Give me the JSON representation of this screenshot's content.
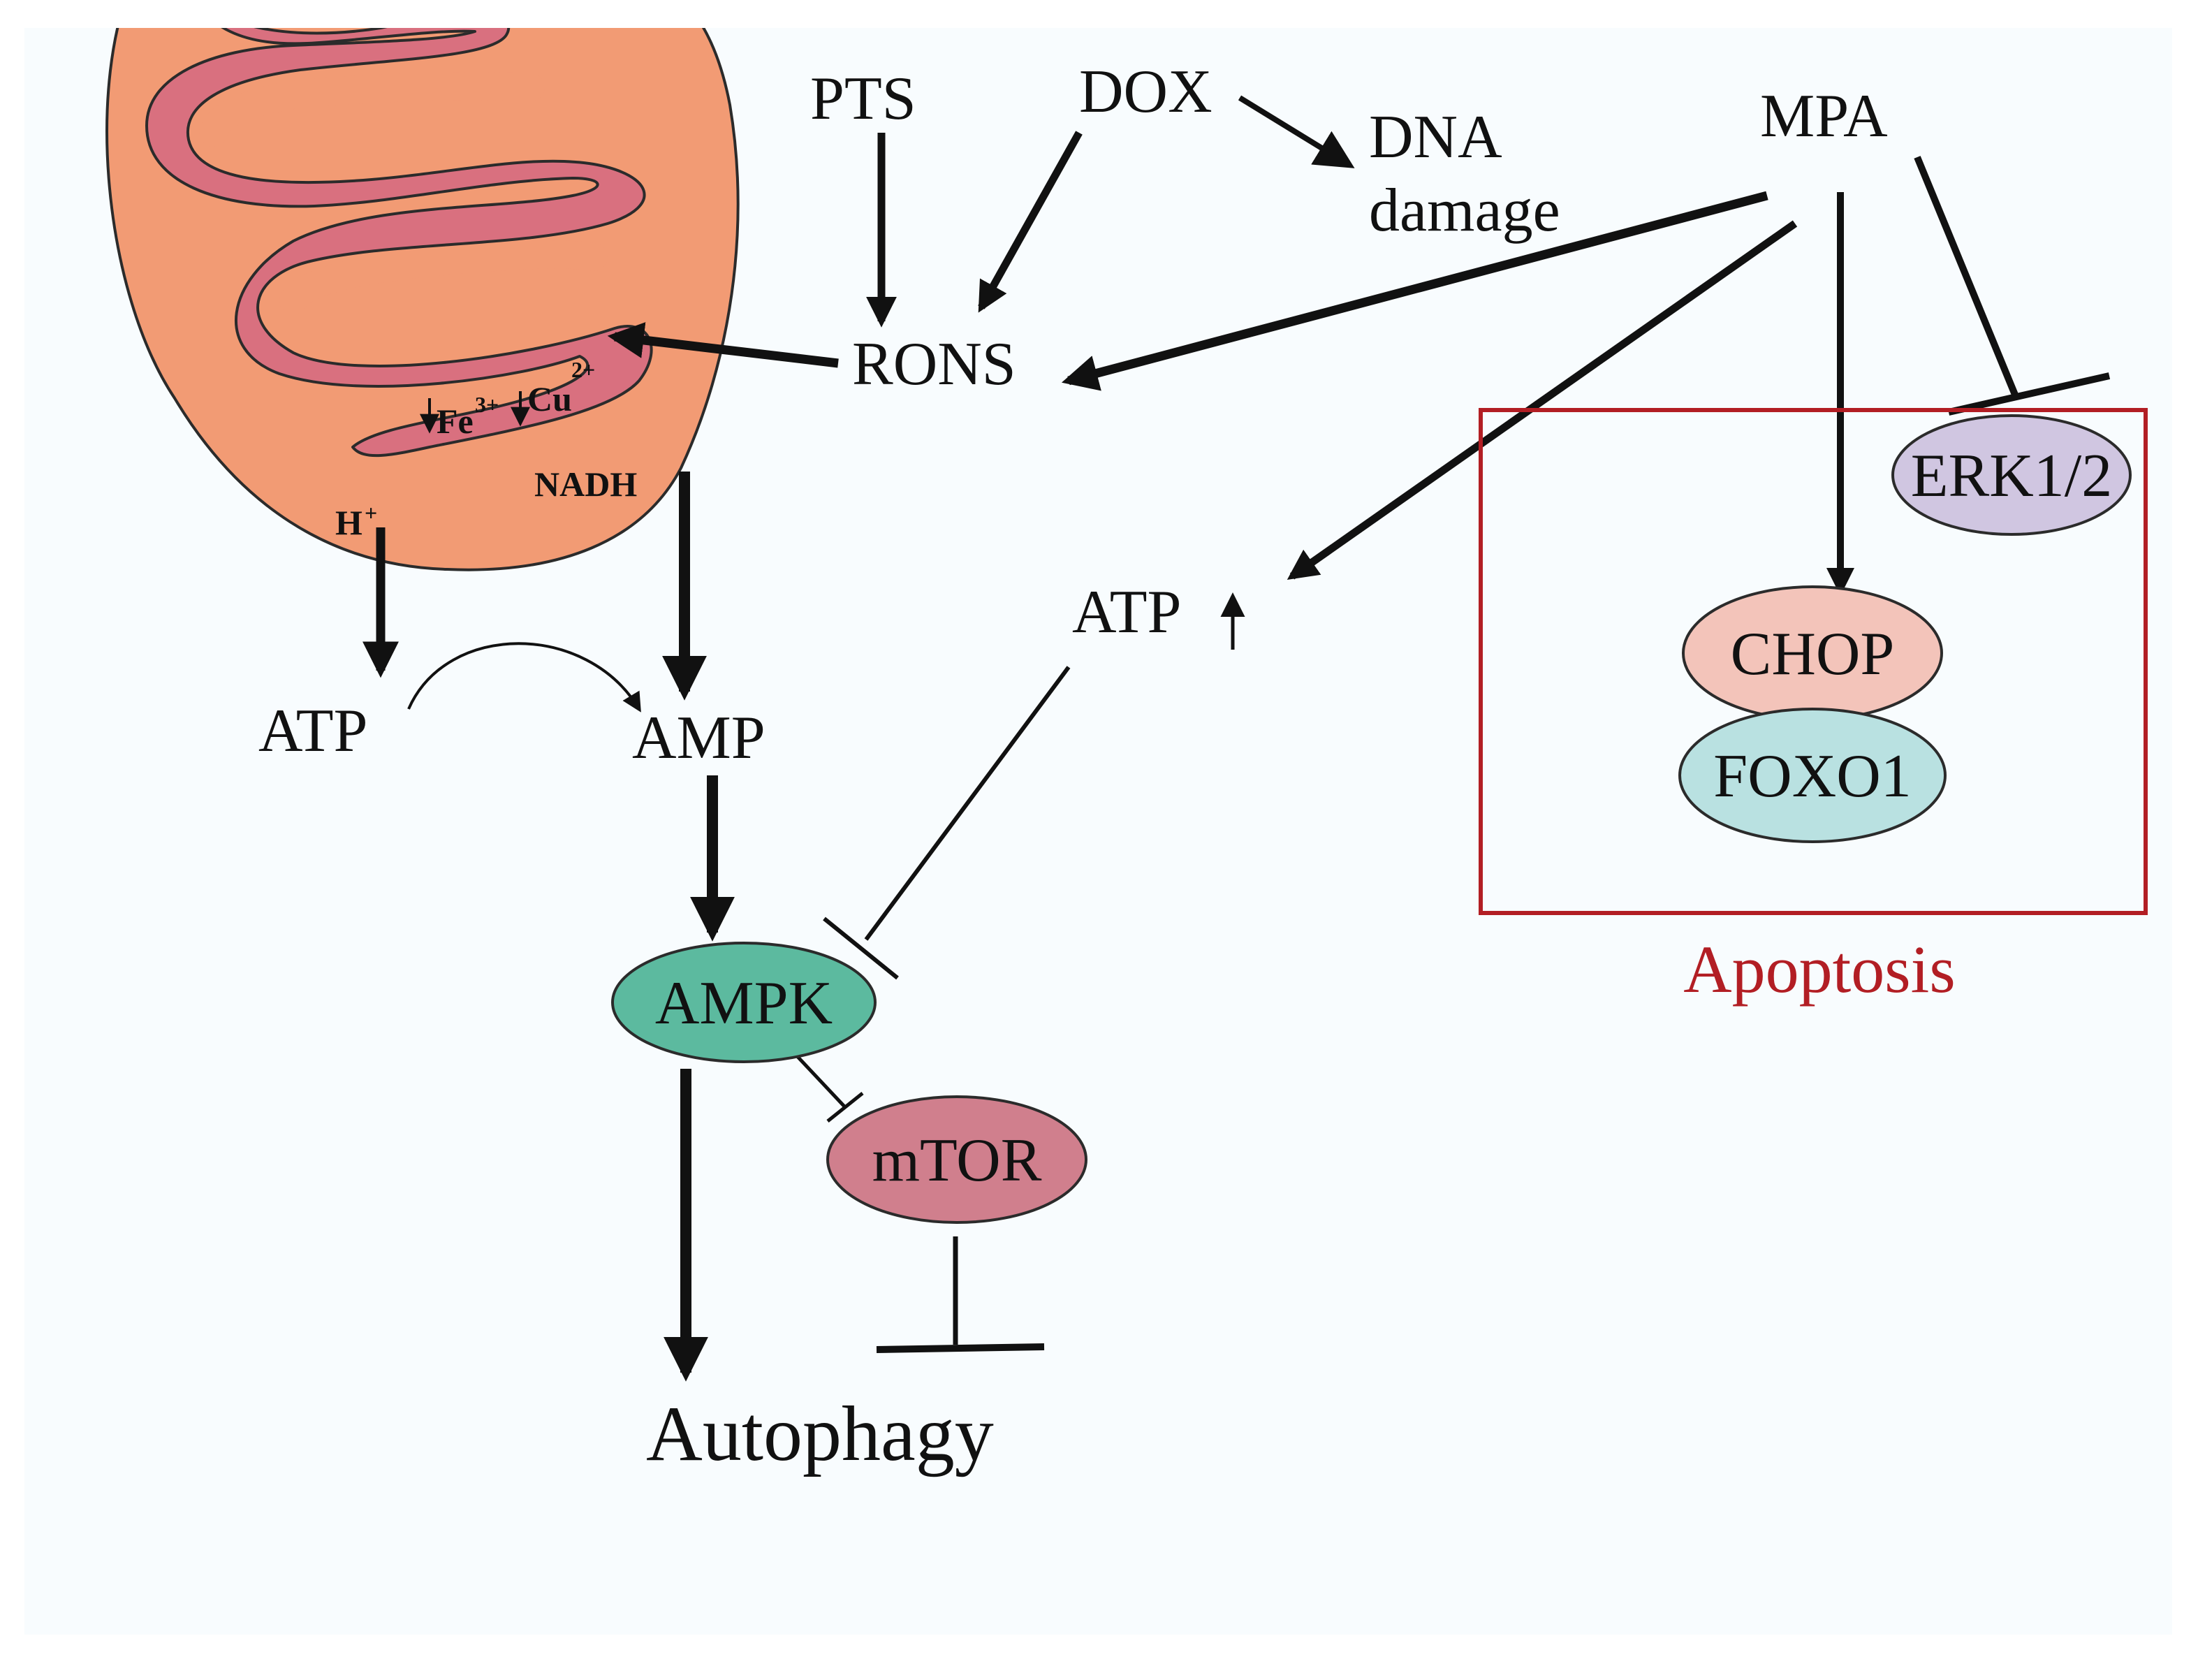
{
  "colors": {
    "background": "#f8fcfe",
    "mito_outer": "#f29b74",
    "mito_cristae": "#d9707f",
    "ampk": "#5cba9f",
    "mtor": "#d07f8d",
    "chop": "#f3c4ba",
    "foxo1": "#b9e1e1",
    "erk": "#d0c6e1",
    "apoptosis": "#b21e24"
  },
  "labels": {
    "pts": "PTS",
    "dox": "DOX",
    "dna": "DNA",
    "damage": "damage",
    "mpa": "MPA",
    "rons": "RONS",
    "fe": "Fe",
    "fe_sup": "3+",
    "cu": "Cu",
    "cu_sup": "2+",
    "nadh": "NADH",
    "h": "H",
    "h_sup": "+",
    "atp_left": "ATP",
    "amp": "AMP",
    "atp_up": "ATP",
    "ampk": "AMPK",
    "mtor": "mTOR",
    "autophagy": "Autophagy",
    "erk": "ERK1/2",
    "chop": "CHOP",
    "foxo1": "FOXO1",
    "apoptosis": "Apoptosis"
  },
  "icons": {
    "decrease": "down-arrow-icon",
    "increase": "up-arrow-icon"
  }
}
